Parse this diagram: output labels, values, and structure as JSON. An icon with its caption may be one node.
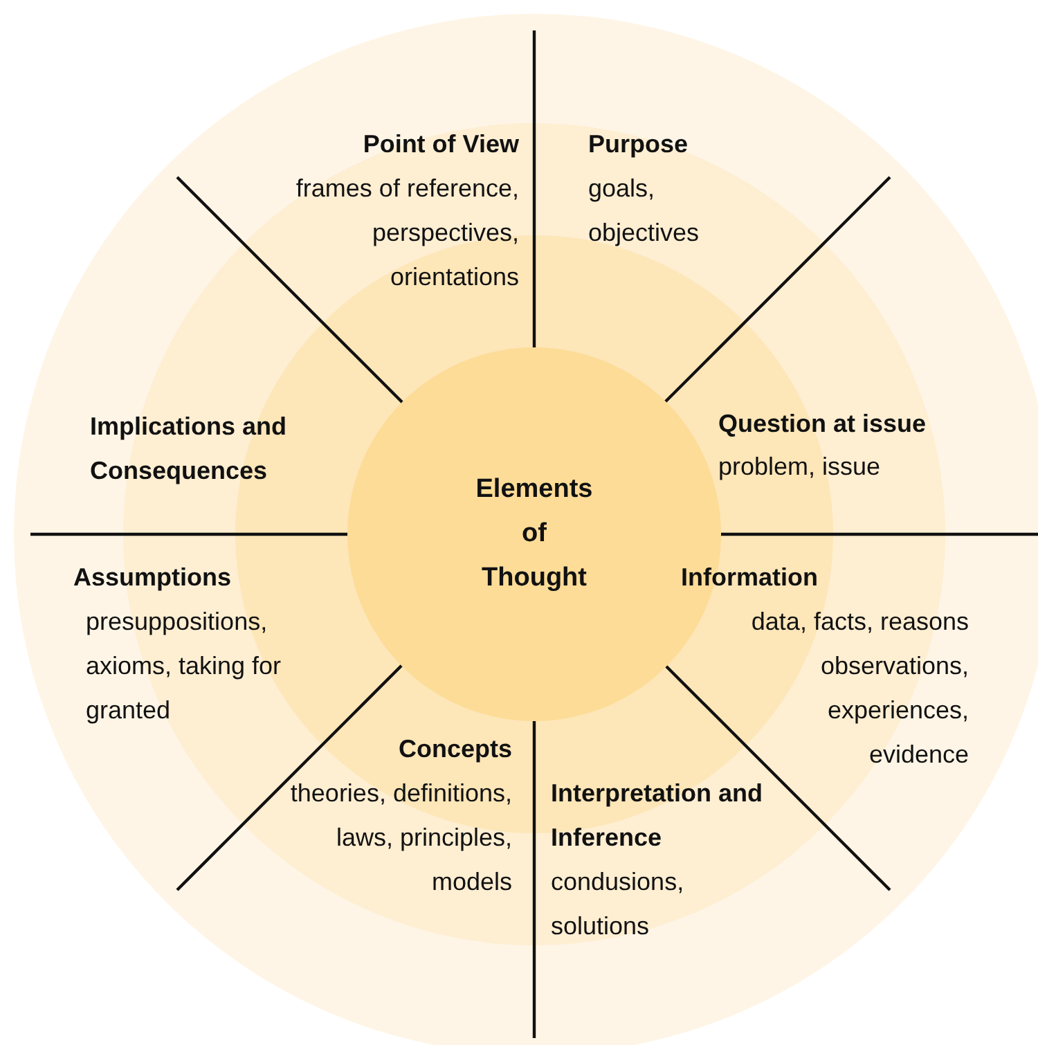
{
  "diagram": {
    "nodes": [
      {
        "text": [
          "Elements of Thought"
        ]
      }
    ],
    "labels": [
      "Point of View",
      "frames of reference, perspectives, orientations",
      "Purpose",
      "goals, objectives",
      "Implications and Consequences",
      "Question at issue",
      "problem, issue",
      "Assumptions",
      "presuppositions, axioms, taking for granted",
      "Information",
      "data, facts, reasons observations, experiences, evidence",
      "Concepts",
      "theories, definitions, laws, principles, models",
      "Interpretation and Inference",
      "condusions, solutions"
    ]
  }
}
